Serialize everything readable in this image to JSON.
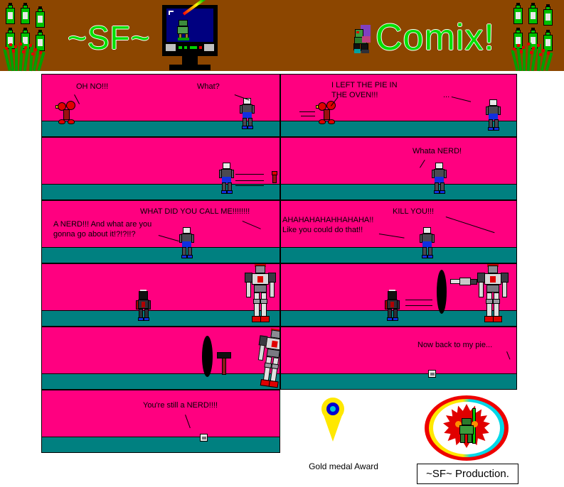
{
  "header": {
    "title_left": "~SF~",
    "title_right": "Comix!",
    "accent_color": "#00e000",
    "banner_color": "#8c4600",
    "monitor_icon": "crt-monitor-icon",
    "mascot_icon": "robot-mascot-icon",
    "bottle_icon": "soda-bottle-icon",
    "grass_icon": "grass-flowers-icon",
    "bottle_count_left": 6,
    "bottle_count_right": 6
  },
  "comic": {
    "panel_bg_color": "#ff0080",
    "ground_color": "#008080",
    "border_color": "#000000",
    "rows": [
      {
        "panels": [
          {
            "id": "p1",
            "lines": [
              "OH NO!!!"
            ]
          },
          {
            "id": "p2",
            "lines": [
              "I LEFT THE PIE IN",
              "THE OVEN!!!"
            ]
          }
        ]
      },
      {
        "panels": [
          {
            "id": "p3",
            "lines": []
          },
          {
            "id": "p4",
            "lines": [
              "Whata NERD!"
            ]
          }
        ]
      },
      {
        "panels": [
          {
            "id": "p5",
            "lines": []
          },
          {
            "id": "p6",
            "lines": []
          }
        ]
      },
      {
        "panels": [
          {
            "id": "p7",
            "lines": []
          },
          {
            "id": "p8",
            "lines": []
          }
        ]
      },
      {
        "panels": [
          {
            "id": "p9",
            "lines": []
          },
          {
            "id": "p10",
            "lines": [
              "Now back to my pie..."
            ]
          }
        ]
      },
      {
        "panels": [
          {
            "id": "p11",
            "lines": [
              "You're still a NERD!!!!"
            ]
          }
        ]
      }
    ],
    "dialogue": {
      "p1_a": "OH NO!!!",
      "p1_b": "What?",
      "p2_a": "I LEFT THE PIE IN\nTHE OVEN!!!",
      "p2_b": "...",
      "p4_a": "Whata NERD!",
      "p5_a": "WHAT DID YOU CALL ME!!!!!!!!",
      "p5_b": "A NERD!!! And what are you\ngonna go about it!?!?!!?",
      "p6_a": "KILL YOU!!!",
      "p6_b": "AHAHAHAHAHHAHAHA!!\nLike you could do that!!",
      "p10_a": "Now back to my pie...",
      "p11_a": "You're still a NERD!!!!"
    }
  },
  "footer": {
    "medal_caption": "Gold medal Award",
    "medal_icon": "gold-medal-icon",
    "production_label": "~SF~ Production.",
    "logo_icon": "sf-production-logo-icon"
  }
}
